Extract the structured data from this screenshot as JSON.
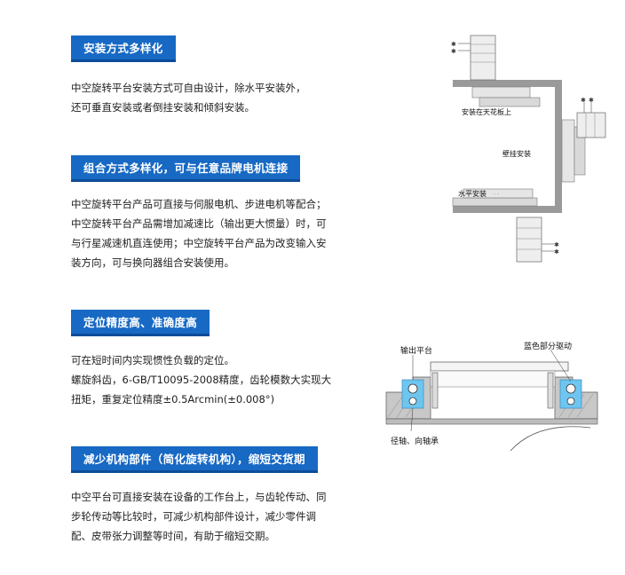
{
  "sections": [
    {
      "title": "安装方式多样化",
      "lines": [
        "中空旋转平台安装方式可自由设计，除水平安装外，",
        "还可垂直安装或者倒挂安装和倾斜安装。"
      ]
    },
    {
      "title": "组合方式多样化，可与任意品牌电机连接",
      "lines": [
        "中空旋转平台产品可直接与伺服电机、步进电机等配合；",
        "中空旋转平台产品需增加减速比（输出更大惯量）时，可",
        "与行星减速机直连使用；中空旋转平台产品为改变输入安",
        "装方向，可与换向器组合安装使用。"
      ]
    },
    {
      "title": "定位精度高、准确度高",
      "lines": [
        "可在短时间内实现惯性负载的定位。",
        "螺旋斜齿，6-GB/T10095-2008精度，齿轮模数大实现大",
        "扭矩，重复定位精度±0.5Arcmin(±0.008°)"
      ]
    },
    {
      "title": "减少机构部件（简化旋转机构），缩短交货期",
      "lines": [
        "中空平台可直接安装在设备的工作台上，与齿轮传动、同",
        "步轮传动等比较时，可减少机构部件设计，减少零件调",
        "配、皮带张力调整等时间，有助于缩短交期。"
      ]
    }
  ],
  "mount_figure": {
    "labels": {
      "ceiling": "安装在天花板上",
      "wall": "壁挂安装",
      "horizontal": "水平安装"
    }
  },
  "section_figure": {
    "labels": {
      "output": "输出平台",
      "blue_drive": "蓝色部分驱动",
      "bearing": "径轴、向轴承"
    }
  },
  "colors": {
    "tag_bg": "#1769c4",
    "bearing_blue": "#6ec6f0"
  }
}
